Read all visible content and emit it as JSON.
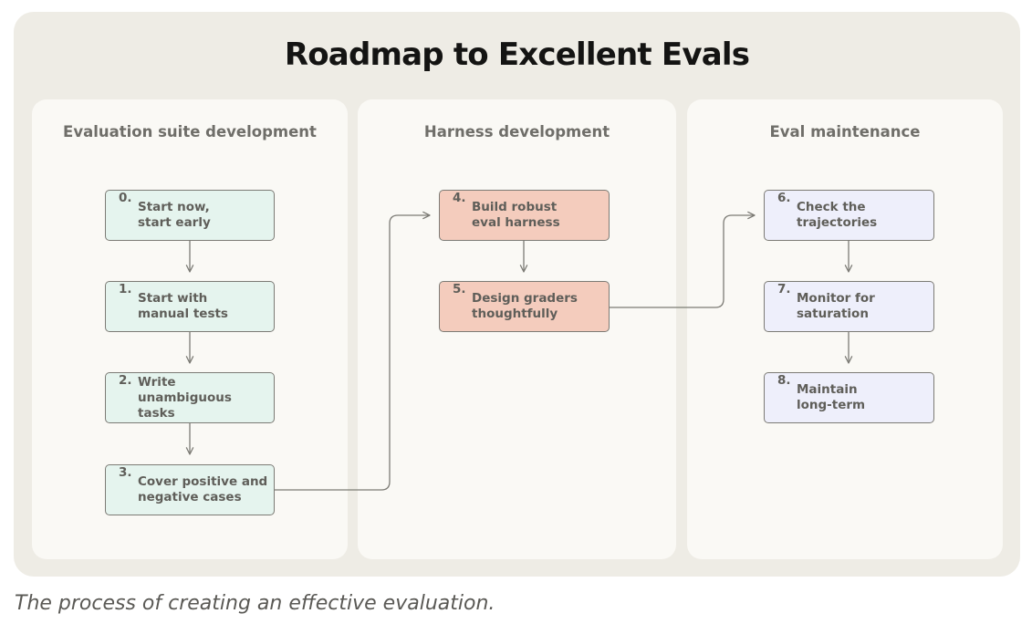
{
  "title": "Roadmap to Excellent Evals",
  "columns": [
    {
      "title": "Evaluation suite development",
      "color": "#e5f4ee",
      "steps": [
        {
          "num": "0.",
          "text": "Start now,\nstart early"
        },
        {
          "num": "1.",
          "text": "Start with\nmanual tests"
        },
        {
          "num": "2.",
          "text": "Write unambiguous\ntasks"
        },
        {
          "num": "3.",
          "text": "Cover positive and\nnegative cases"
        }
      ]
    },
    {
      "title": "Harness development",
      "color": "#f4ccbd",
      "steps": [
        {
          "num": "4.",
          "text": "Build robust\neval harness"
        },
        {
          "num": "5.",
          "text": "Design graders\nthoughtfully"
        }
      ]
    },
    {
      "title": "Eval maintenance",
      "color": "#eeeffb",
      "steps": [
        {
          "num": "6.",
          "text": "Check the\ntrajectories"
        },
        {
          "num": "7.",
          "text": "Monitor for\nsaturation"
        },
        {
          "num": "8.",
          "text": "Maintain\nlong-term"
        }
      ]
    }
  ],
  "caption": "The process of creating an effective evaluation."
}
